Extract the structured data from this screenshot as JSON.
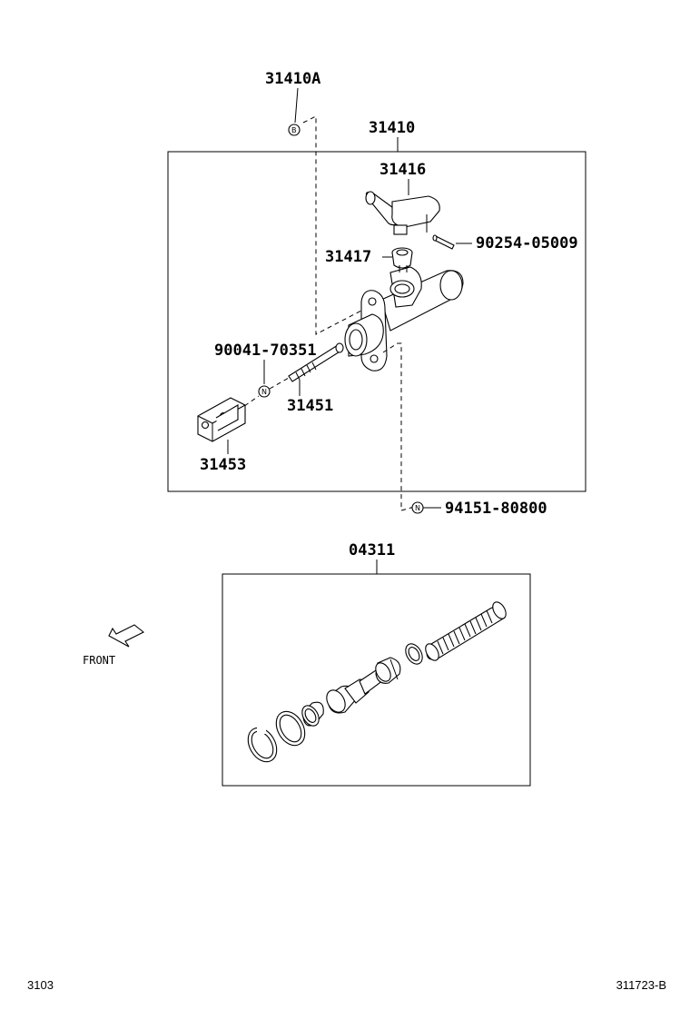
{
  "diagram": {
    "labels": {
      "p31410A": "31410A",
      "p31410": "31410",
      "p31416": "31416",
      "p90254": "90254-05009",
      "p31417": "31417",
      "p90041": "90041-70351",
      "p31451": "31451",
      "p31453": "31453",
      "p94151": "94151-80800",
      "p04311": "04311"
    },
    "symbols": {
      "b_marker": "B",
      "n_marker": "N"
    },
    "front_label": "FRONT"
  },
  "footer": {
    "left_code": "3103",
    "right_code": "311723-B"
  }
}
